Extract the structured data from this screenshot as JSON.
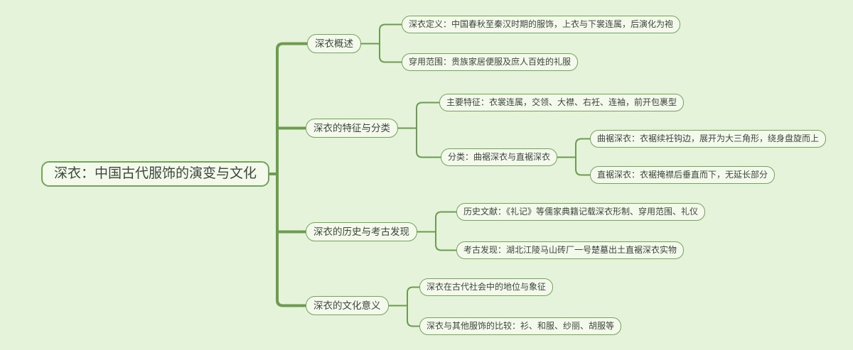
{
  "app": {
    "background_color": "#e4f3da",
    "node_fill_color": "#f3faec",
    "node_border_color": "#74a35a",
    "line_color": "#6d9b50",
    "text_color": "#3d463d"
  },
  "mindmap": {
    "root": {
      "label": "深衣：中国古代服饰的演变与文化"
    },
    "branches": [
      {
        "label": "深衣概述",
        "children": [
          {
            "label": "深衣定义：中国春秋至秦汉时期的服饰，上衣与下裳连属，后演化为袍"
          },
          {
            "label": "穿用范围：贵族家居便服及庶人百姓的礼服"
          }
        ]
      },
      {
        "label": "深衣的特征与分类",
        "children": [
          {
            "label": "主要特征：衣裳连属，交领、大襟、右衽、连袖，前开包裹型"
          },
          {
            "label": "分类：曲裾深衣与直裾深衣",
            "children": [
              {
                "label": "曲裾深衣：衣裾续衽钩边，展开为大三角形，绕身盘旋而上"
              },
              {
                "label": "直裾深衣：衣裾掩襟后垂直而下，无延长部分"
              }
            ]
          }
        ]
      },
      {
        "label": "深衣的历史与考古发现",
        "children": [
          {
            "label": "历史文献：《礼记》等儒家典籍记载深衣形制、穿用范围、礼仪"
          },
          {
            "label": "考古发现：湖北江陵马山砖厂一号楚墓出土直裾深衣实物"
          }
        ]
      },
      {
        "label": "深衣的文化意义",
        "children": [
          {
            "label": "深衣在古代社会中的地位与象征"
          },
          {
            "label": "深衣与其他服饰的比较：衫、和服、纱丽、胡服等"
          }
        ]
      }
    ]
  }
}
